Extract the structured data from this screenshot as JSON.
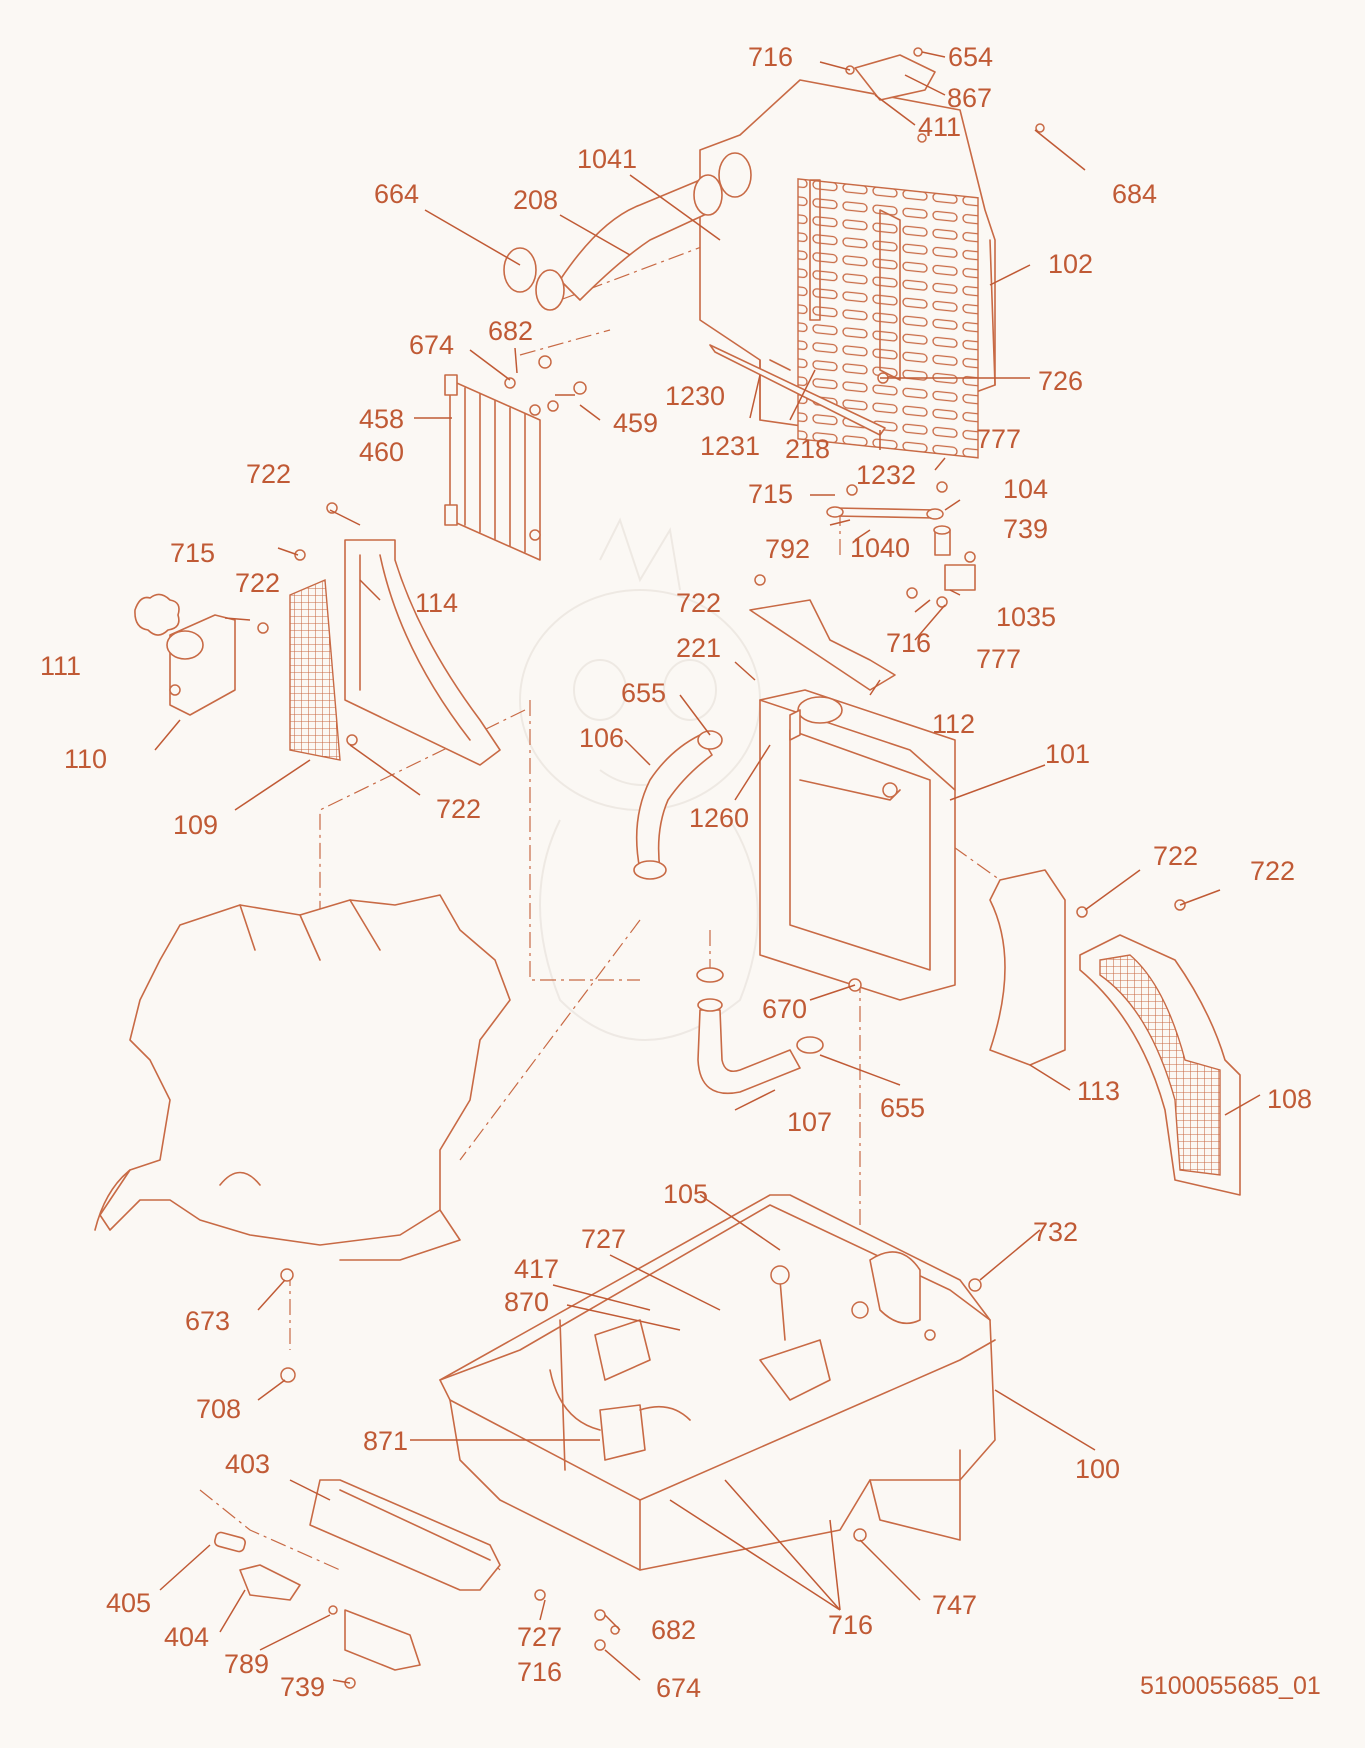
{
  "sheet_id": "5100055685_01",
  "colors": {
    "line": "#c86a45",
    "label": "#c05a35",
    "background": "#fbf8f4"
  },
  "callouts": [
    {
      "text": "716"
    },
    {
      "text": "654"
    },
    {
      "text": "867"
    },
    {
      "text": "411"
    },
    {
      "text": "684"
    },
    {
      "text": "1041"
    },
    {
      "text": "664"
    },
    {
      "text": "208"
    },
    {
      "text": "102"
    },
    {
      "text": "674"
    },
    {
      "text": "682"
    },
    {
      "text": "726"
    },
    {
      "text": "458"
    },
    {
      "text": "460"
    },
    {
      "text": "1230"
    },
    {
      "text": "459"
    },
    {
      "text": "1231"
    },
    {
      "text": "218"
    },
    {
      "text": "777"
    },
    {
      "text": "1232"
    },
    {
      "text": "722"
    },
    {
      "text": "715"
    },
    {
      "text": "104"
    },
    {
      "text": "715"
    },
    {
      "text": "739"
    },
    {
      "text": "792"
    },
    {
      "text": "1040"
    },
    {
      "text": "722"
    },
    {
      "text": "114"
    },
    {
      "text": "722"
    },
    {
      "text": "1035"
    },
    {
      "text": "111"
    },
    {
      "text": "716"
    },
    {
      "text": "777"
    },
    {
      "text": "221"
    },
    {
      "text": "655"
    },
    {
      "text": "112"
    },
    {
      "text": "110"
    },
    {
      "text": "106"
    },
    {
      "text": "101"
    },
    {
      "text": "722"
    },
    {
      "text": "109"
    },
    {
      "text": "1260"
    },
    {
      "text": "722"
    },
    {
      "text": "722"
    },
    {
      "text": "670"
    },
    {
      "text": "113"
    },
    {
      "text": "655"
    },
    {
      "text": "108"
    },
    {
      "text": "107"
    },
    {
      "text": "105"
    },
    {
      "text": "732"
    },
    {
      "text": "727"
    },
    {
      "text": "417"
    },
    {
      "text": "870"
    },
    {
      "text": "673"
    },
    {
      "text": "708"
    },
    {
      "text": "871"
    },
    {
      "text": "100"
    },
    {
      "text": "403"
    },
    {
      "text": "405"
    },
    {
      "text": "727"
    },
    {
      "text": "682"
    },
    {
      "text": "716"
    },
    {
      "text": "747"
    },
    {
      "text": "404"
    },
    {
      "text": "789"
    },
    {
      "text": "716"
    },
    {
      "text": "739"
    },
    {
      "text": "674"
    }
  ]
}
